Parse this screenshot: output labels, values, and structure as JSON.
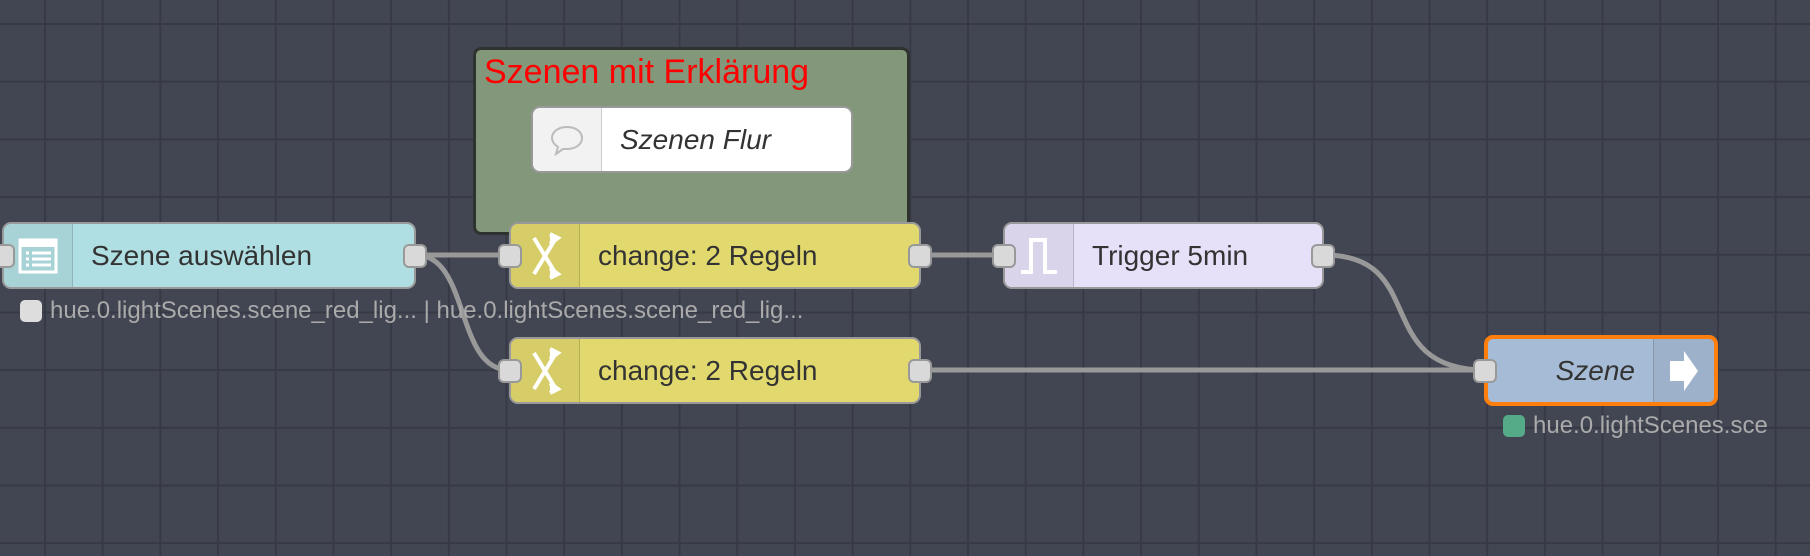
{
  "group": {
    "title": "Szenen mit Erklärung",
    "title_color": "#ff0000",
    "fill": "#83977a"
  },
  "comment": {
    "label": "Szenen Flur",
    "icon": "comment-icon"
  },
  "nodes": {
    "inject": {
      "label": "Szene auswählen",
      "icon": "list-icon",
      "color": "#b0dfe3"
    },
    "change1": {
      "label": "change: 2 Regeln",
      "icon": "shuffle-icon",
      "color": "#e2d96e"
    },
    "trigger": {
      "label": "Trigger 5min",
      "icon": "pulse-icon",
      "color": "#e6e0f8"
    },
    "change2": {
      "label": "change: 2 Regeln",
      "icon": "shuffle-icon",
      "color": "#e2d96e"
    },
    "output": {
      "label": "Szene",
      "icon": "arrow-right-icon",
      "color": "#a6bbd5",
      "selected_color": "#ff7f0e"
    }
  },
  "status": {
    "inject": "hue.0.lightScenes.scene_red_lig... | hue.0.lightScenes.scene_red_lig...",
    "output": "hue.0.lightScenes.sce",
    "output_dot_color": "#55aa88"
  }
}
